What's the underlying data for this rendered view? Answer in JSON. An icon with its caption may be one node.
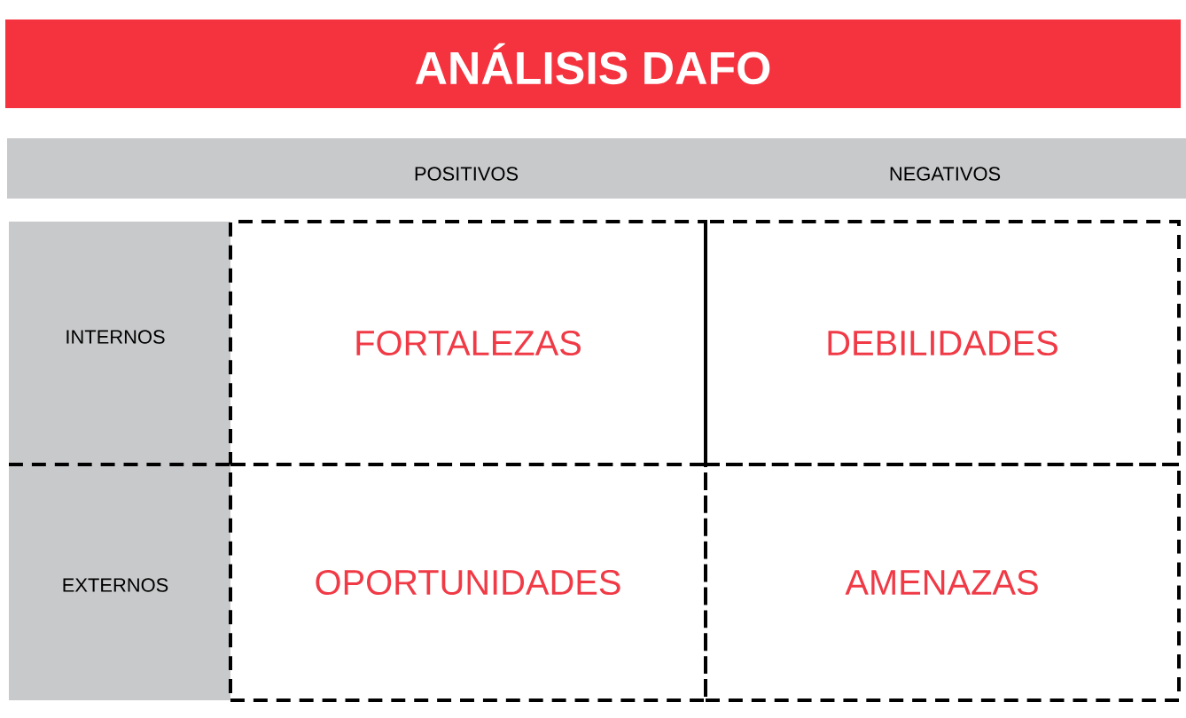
{
  "diagram": {
    "title": "ANÁLISIS DAFO",
    "nodes": [
      {
        "text": [
          "FORTALEZAS"
        ]
      },
      {
        "text": [
          "DEBILIDADES"
        ]
      },
      {
        "text": [
          "OPORTUNIDADES"
        ]
      },
      {
        "text": [
          "AMENAZAS"
        ]
      }
    ],
    "labels": [
      "POSITIVOS",
      "NEGATIVOS",
      "INTERNOS",
      "EXTERNOS"
    ]
  }
}
